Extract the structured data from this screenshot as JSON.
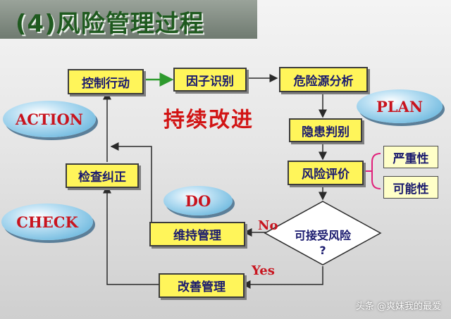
{
  "title": "(4)风险管理过程",
  "center_text": "持续改进",
  "nodes": {
    "control": "控制行动",
    "factor": "因子识别",
    "hazard": "危险源分析",
    "hidden": "隐患判别",
    "evaluate": "风险评价",
    "check": "检查纠正",
    "maintain": "维持管理",
    "improve": "改善管理",
    "decision_line1": "可接受风险",
    "decision_line2": "?"
  },
  "phases": {
    "action": "ACTION",
    "plan": "PLAN",
    "do": "DO",
    "check": "CHECK"
  },
  "criteria": {
    "severity": "严重性",
    "possibility": "可能性"
  },
  "branches": {
    "no": "No",
    "yes": "Yes"
  },
  "watermark": "头条 @爽妹我的最爱",
  "colors": {
    "box_fill": "#fff55a",
    "phase_text": "#c8141e",
    "arrow_green": "#2e9a2e"
  }
}
